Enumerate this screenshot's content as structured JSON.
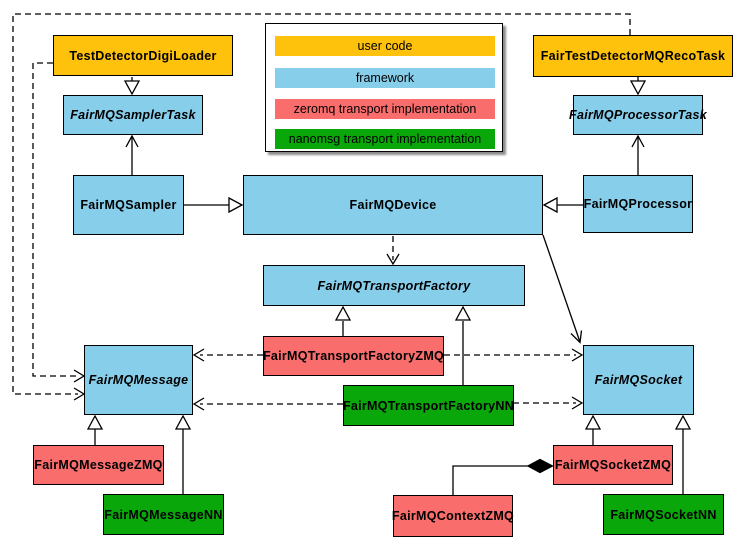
{
  "legend": {
    "items": [
      {
        "label": "user code",
        "color": "#FEC20D"
      },
      {
        "label": "framework",
        "color": "#87CEEB"
      },
      {
        "label": "zeromq transport implementation",
        "color": "#F96D6D"
      },
      {
        "label": "nanomsg transport implementation",
        "color": "#0AA70A"
      }
    ]
  },
  "nodes": {
    "digi_loader": {
      "label": "TestDetectorDigiLoader",
      "category": "user code",
      "abstract": false
    },
    "reco_task": {
      "label": "FairTestDetectorMQRecoTask",
      "category": "user code",
      "abstract": false
    },
    "sampler_task": {
      "label": "FairMQSamplerTask",
      "category": "framework",
      "abstract": true
    },
    "processor_task": {
      "label": "FairMQProcessorTask",
      "category": "framework",
      "abstract": true
    },
    "sampler": {
      "label": "FairMQSampler",
      "category": "framework",
      "abstract": false
    },
    "processor": {
      "label": "FairMQProcessor",
      "category": "framework",
      "abstract": false
    },
    "device": {
      "label": "FairMQDevice",
      "category": "framework",
      "abstract": false
    },
    "transport_factory": {
      "label": "FairMQTransportFactory",
      "category": "framework",
      "abstract": true
    },
    "transport_factory_zmq": {
      "label": "FairMQTransportFactoryZMQ",
      "category": "zeromq",
      "abstract": false
    },
    "transport_factory_nn": {
      "label": "FairMQTransportFactoryNN",
      "category": "nanomsg",
      "abstract": false
    },
    "message": {
      "label": "FairMQMessage",
      "category": "framework",
      "abstract": true
    },
    "message_zmq": {
      "label": "FairMQMessageZMQ",
      "category": "zeromq",
      "abstract": false
    },
    "message_nn": {
      "label": "FairMQMessageNN",
      "category": "nanomsg",
      "abstract": false
    },
    "socket": {
      "label": "FairMQSocket",
      "category": "framework",
      "abstract": true
    },
    "socket_zmq": {
      "label": "FairMQSocketZMQ",
      "category": "zeromq",
      "abstract": false
    },
    "socket_nn": {
      "label": "FairMQSocketNN",
      "category": "nanomsg",
      "abstract": false
    },
    "context_zmq": {
      "label": "FairMQContextZMQ",
      "category": "zeromq",
      "abstract": false
    }
  },
  "edges": [
    {
      "from": "TestDetectorDigiLoader",
      "to": "FairMQSamplerTask",
      "type": "generalization"
    },
    {
      "from": "FairTestDetectorMQRecoTask",
      "to": "FairMQProcessorTask",
      "type": "generalization"
    },
    {
      "from": "FairMQSampler",
      "to": "FairMQSamplerTask",
      "type": "association-open-arrow"
    },
    {
      "from": "FairMQProcessor",
      "to": "FairMQProcessorTask",
      "type": "association-open-arrow"
    },
    {
      "from": "FairMQSampler",
      "to": "FairMQDevice",
      "type": "generalization"
    },
    {
      "from": "FairMQProcessor",
      "to": "FairMQDevice",
      "type": "generalization"
    },
    {
      "from": "FairMQDevice",
      "to": "FairMQTransportFactory",
      "type": "dashed-dependency"
    },
    {
      "from": "FairMQDevice",
      "to": "FairMQSocket",
      "type": "association-open-arrow"
    },
    {
      "from": "FairMQTransportFactoryZMQ",
      "to": "FairMQTransportFactory",
      "type": "generalization"
    },
    {
      "from": "FairMQTransportFactoryNN",
      "to": "FairMQTransportFactory",
      "type": "generalization"
    },
    {
      "from": "FairMQTransportFactoryZMQ",
      "to": "FairMQMessage",
      "type": "dashed-dependency"
    },
    {
      "from": "FairMQTransportFactoryZMQ",
      "to": "FairMQSocket",
      "type": "dashed-dependency"
    },
    {
      "from": "FairMQTransportFactoryNN",
      "to": "FairMQMessage",
      "type": "dashed-dependency"
    },
    {
      "from": "FairMQTransportFactoryNN",
      "to": "FairMQSocket",
      "type": "dashed-dependency"
    },
    {
      "from": "TestDetectorDigiLoader",
      "to": "FairMQMessage",
      "type": "dashed-dependency"
    },
    {
      "from": "FairTestDetectorMQRecoTask",
      "to": "FairMQMessage",
      "type": "dashed-dependency"
    },
    {
      "from": "FairMQMessageZMQ",
      "to": "FairMQMessage",
      "type": "generalization"
    },
    {
      "from": "FairMQMessageNN",
      "to": "FairMQMessage",
      "type": "generalization"
    },
    {
      "from": "FairMQSocketZMQ",
      "to": "FairMQSocket",
      "type": "generalization"
    },
    {
      "from": "FairMQSocketNN",
      "to": "FairMQSocket",
      "type": "generalization"
    },
    {
      "from": "FairMQContextZMQ",
      "to": "FairMQSocketZMQ",
      "type": "composition"
    }
  ],
  "palette": {
    "user_code": "#FEC20D",
    "framework": "#87CEEB",
    "zeromq": "#F96D6D",
    "nanomsg": "#0AA70A",
    "edge": "#000000",
    "background": "#FFFFFF"
  }
}
